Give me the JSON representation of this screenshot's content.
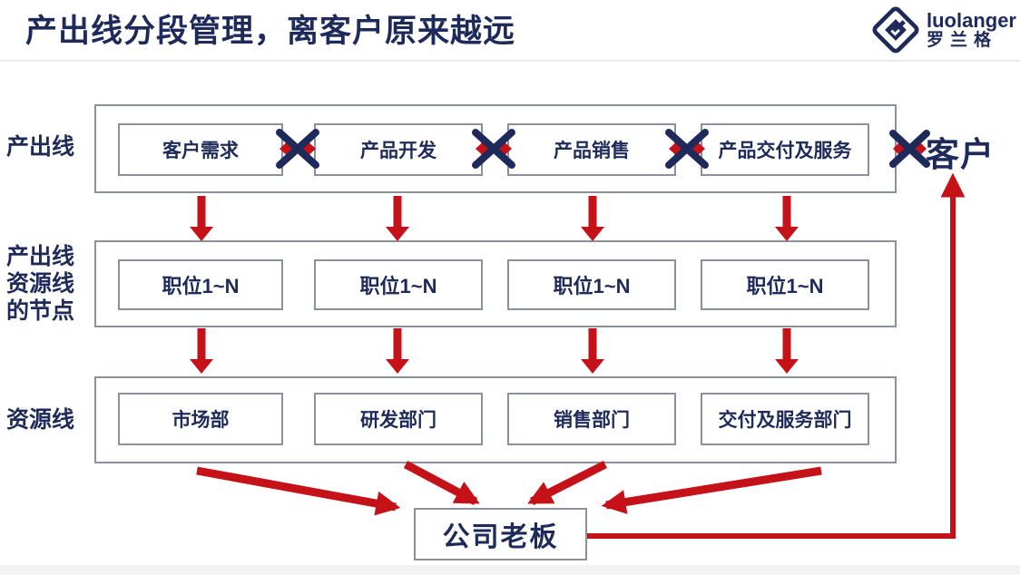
{
  "title": "产出线分段管理，离客户原来越远",
  "logo": {
    "brand": "luolanger",
    "brand_cn": "罗兰格"
  },
  "colors": {
    "accent_red": "#c51219",
    "navy": "#1e2b5a",
    "box_border": "#8b919c"
  },
  "rows": [
    {
      "label": "产出线",
      "boxes": [
        "客户需求",
        "产品开发",
        "产品销售",
        "产品交付及服务"
      ]
    },
    {
      "label_lines": [
        "产出线",
        "资源线",
        "的节点"
      ],
      "boxes": [
        "职位1~N",
        "职位1~N",
        "职位1~N",
        "职位1~N"
      ]
    },
    {
      "label": "资源线",
      "boxes": [
        "市场部",
        "研发部门",
        "销售部门",
        "交付及服务部门"
      ]
    }
  ],
  "customer_label": "客户",
  "boss_label": "公司老板"
}
